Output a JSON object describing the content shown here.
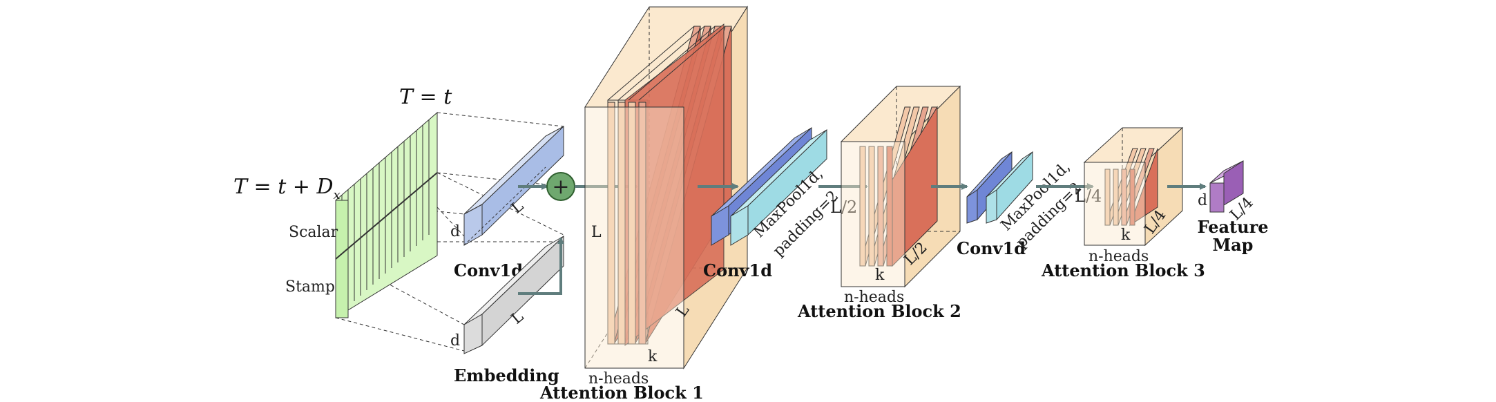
{
  "colors": {
    "input_green": "#d8f7c4",
    "conv_blue": "#b9c9ea",
    "conv_blue_dark": "#6f86d6",
    "pool_cyan": "#9edbe4",
    "embed_gray": "#dcdcdc",
    "attn_cream": "#fbe9cf",
    "attn_red": "#d9705a",
    "feature_purple": "#b07cc6",
    "arrow": "#5f7d7d",
    "plus_green": "#6fa86f"
  },
  "input": {
    "time_top": "T = t",
    "time_left": "T = t + D",
    "time_left_sub": "x",
    "scalar_label": "Scalar",
    "stamp_label": "Stamp"
  },
  "conv1": {
    "label": "Conv1d",
    "dim_d": "d",
    "dim_L": "L"
  },
  "embedding": {
    "label": "Embedding",
    "dim_d": "d",
    "dim_L": "L"
  },
  "plus_symbol": "+",
  "attn1": {
    "label": "Attention Block 1",
    "dim_L_side": "L",
    "dim_L_depth": "L",
    "dim_k": "k",
    "heads": "n-heads"
  },
  "conv2": {
    "label": "Conv1d",
    "pool_line1": "MaxPool1d,",
    "pool_line2": "padding=2",
    "out_len": "L/2"
  },
  "attn2": {
    "label": "Attention Block 2",
    "dim_depth": "L/2",
    "dim_k": "k",
    "heads": "n-heads"
  },
  "conv3": {
    "label": "Conv1d",
    "pool_line1": "MaxPool1d,",
    "pool_line2": "padding=2",
    "out_len": "L/4"
  },
  "attn3": {
    "label": "Attention Block 3",
    "dim_depth": "L/4",
    "dim_k": "k",
    "heads": "n-heads"
  },
  "feature": {
    "label_line1": "Feature",
    "label_line2": "Map",
    "dim_d": "d",
    "dim_L": "L/4"
  }
}
